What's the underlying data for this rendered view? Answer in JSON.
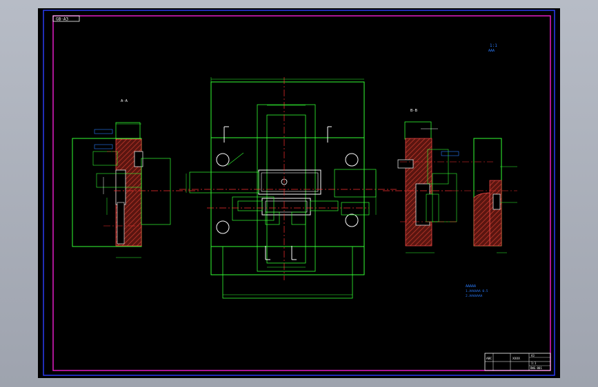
{
  "drawing": {
    "sheet_label": "GB-A3",
    "section_a_label": "A-A",
    "section_b_label": "B-B",
    "note_top_right": [
      "1:1",
      "AAA"
    ],
    "technical_notes": [
      "AAAAA",
      "1.AAAAAA 0.5",
      "2.AAAAAAA"
    ],
    "title_block": {
      "cells": [
        "ABC",
        "XXXX",
        "A3",
        "1:1",
        "DWG-001"
      ]
    },
    "colors": {
      "background": "#000000",
      "frame": "#e51ec8",
      "inner_frame": "#2b3cf2",
      "geometry": "#33ff33",
      "hatch": "#c0392b",
      "centerline": "#ff3030",
      "dimension": "#1f7fff",
      "annotation": "#ffffff"
    }
  }
}
